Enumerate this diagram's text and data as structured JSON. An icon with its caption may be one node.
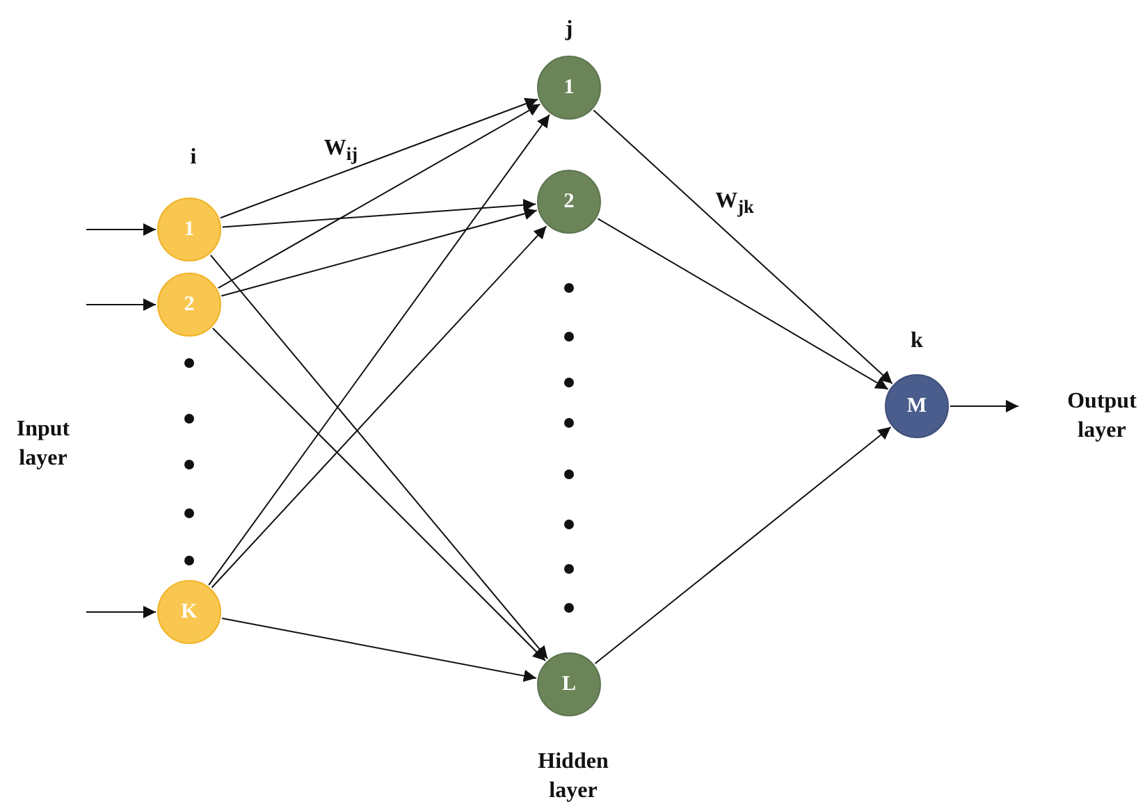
{
  "diagram": {
    "nodes": [
      {
        "text": [
          "1"
        ]
      },
      {
        "text": [
          "2"
        ]
      },
      {
        "text": [
          "K"
        ]
      },
      {
        "text": [
          "1"
        ]
      },
      {
        "text": [
          "2"
        ]
      },
      {
        "text": [
          "L"
        ]
      },
      {
        "text": [
          "M"
        ]
      }
    ],
    "edges": [
      {
        "from": null,
        "to": 0,
        "arrow": "to"
      },
      {
        "from": null,
        "to": 1,
        "arrow": "to"
      },
      {
        "from": null,
        "to": 2,
        "arrow": "to"
      },
      {
        "from": 0,
        "to": 3,
        "arrow": "to"
      },
      {
        "from": 0,
        "to": 4,
        "arrow": "to"
      },
      {
        "from": 0,
        "to": 5,
        "arrow": "to"
      },
      {
        "from": 1,
        "to": 3,
        "arrow": "to"
      },
      {
        "from": 1,
        "to": 4,
        "arrow": "to"
      },
      {
        "from": 1,
        "to": 5,
        "arrow": "to"
      },
      {
        "from": 2,
        "to": 3,
        "arrow": "to"
      },
      {
        "from": 2,
        "to": 4,
        "arrow": "to"
      },
      {
        "from": 2,
        "to": 5,
        "arrow": "to"
      },
      {
        "from": 3,
        "to": 6,
        "arrow": "to"
      },
      {
        "from": 4,
        "to": 6,
        "arrow": "to"
      },
      {
        "from": 5,
        "to": 6,
        "arrow": "to"
      },
      {
        "from": 6,
        "to": null,
        "arrow": "to"
      }
    ],
    "labels": [
      "j",
      "i",
      "W$_{ij}$",
      "W$_{jk}$",
      "k",
      "Input layer",
      "Output layer",
      "Hidden layer"
    ]
  }
}
